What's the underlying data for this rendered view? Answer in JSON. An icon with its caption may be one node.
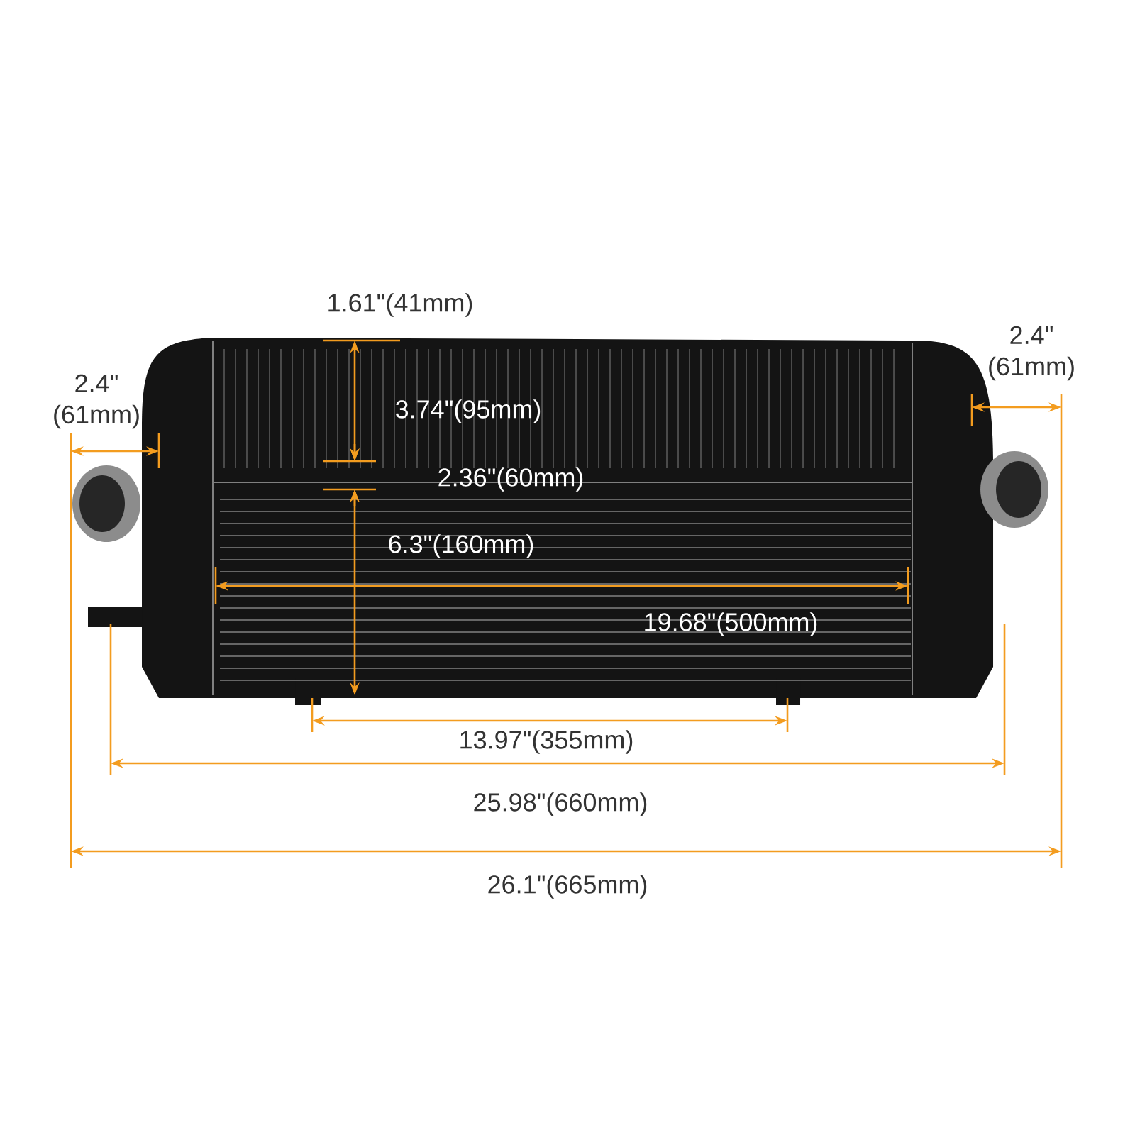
{
  "diagram": {
    "labels": [
      "1.61\"(41mm)",
      "2.4\" (61mm)",
      "2.4\" (61mm)",
      "3.74\"(95mm)",
      "2.36\"(60mm)",
      "6.3\"(160mm)",
      "19.68\"(500mm)",
      "13.97\"(355mm)",
      "25.98\"(660mm)",
      "26.1\"(665mm)"
    ]
  }
}
